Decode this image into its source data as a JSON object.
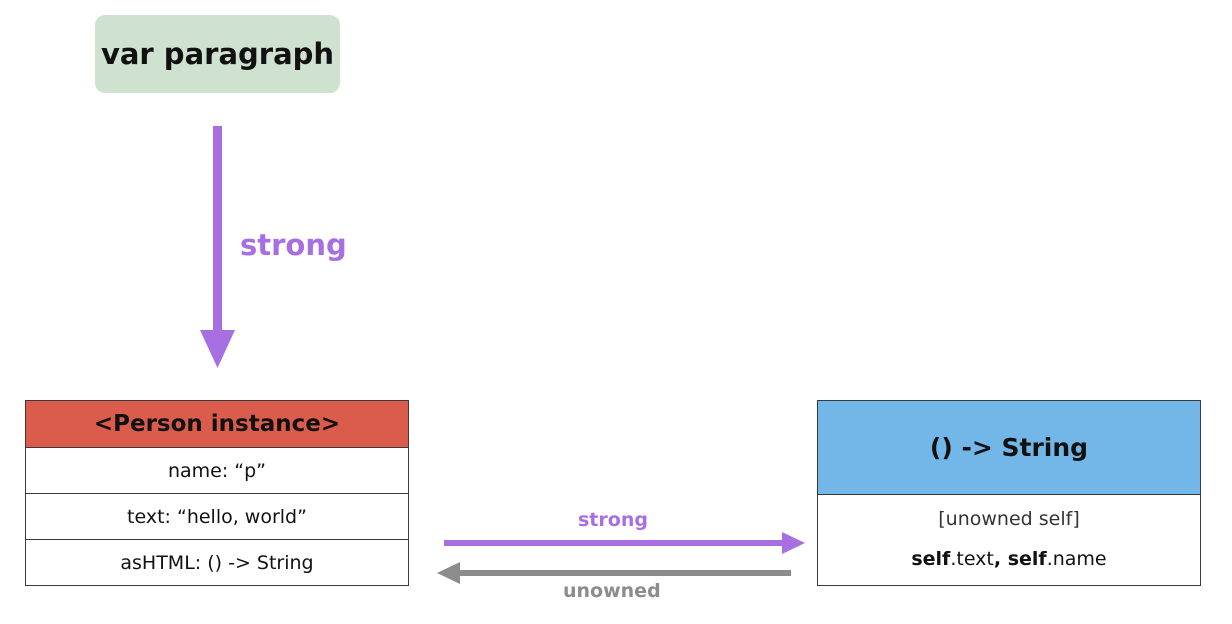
{
  "var_box": {
    "label": "var paragraph"
  },
  "edges": {
    "var_to_person": {
      "label": "strong",
      "color": "#a86fe3"
    },
    "person_to_closure": {
      "label": "strong",
      "color": "#a86fe3"
    },
    "closure_to_person": {
      "label": "unowned",
      "color": "#8c8c8c"
    }
  },
  "person": {
    "title": "<Person instance>",
    "header_color": "#db5c4d",
    "rows": [
      "name: “p”",
      "text: “hello, world”",
      "asHTML: () -> String"
    ]
  },
  "closure": {
    "title": "() -> String",
    "header_color": "#72b7e8",
    "capture_list": "[unowned self]",
    "body": {
      "kw1": "self",
      "prop1": ".text",
      "sep": ", ",
      "kw2": "self",
      "prop2": ".name"
    }
  }
}
